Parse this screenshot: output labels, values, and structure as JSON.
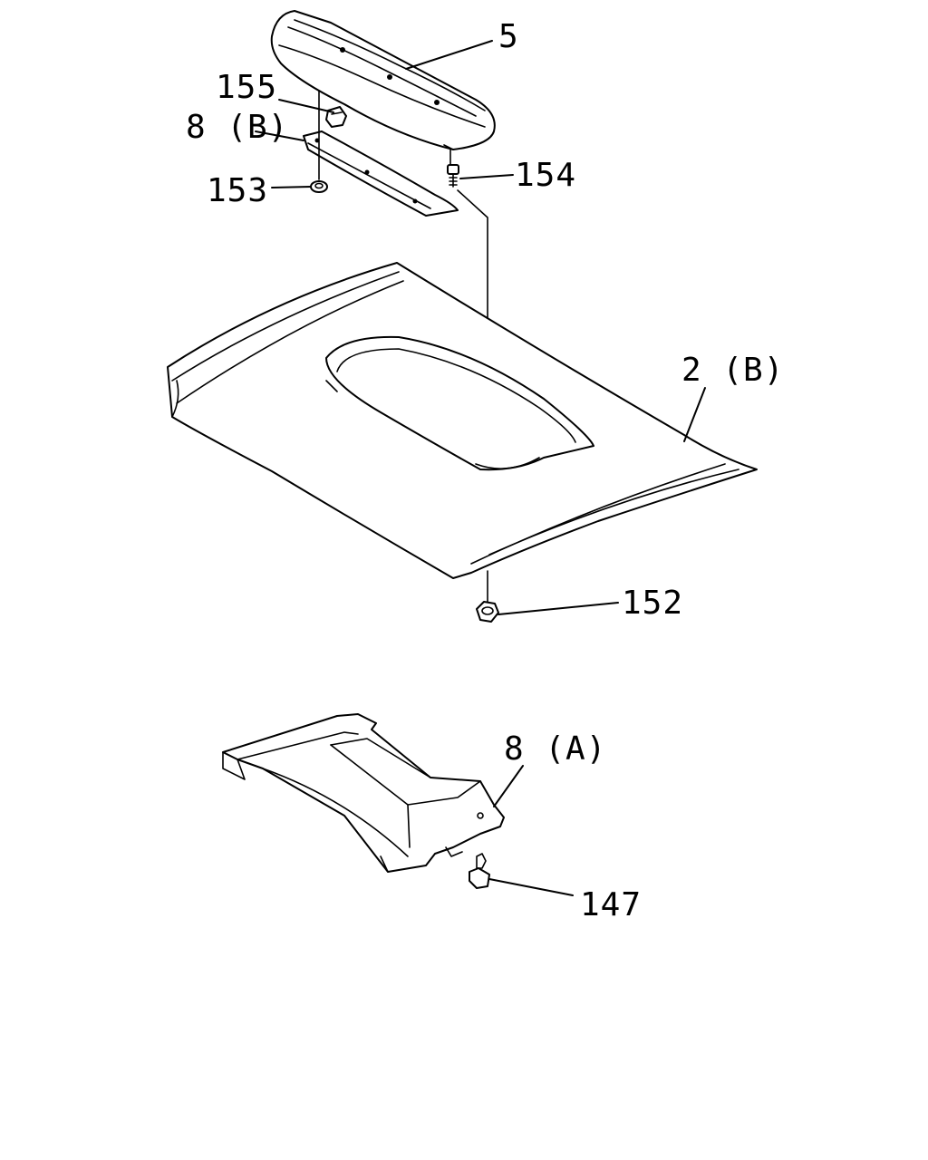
{
  "diagram": {
    "callouts": {
      "c5": "5",
      "c155": "155",
      "c8b": "8 (B)",
      "c153": "153",
      "c154": "154",
      "c2b": "2 (B)",
      "c152": "152",
      "c8a": "8 (A)",
      "c147": "147"
    },
    "colors": {
      "line": "#000000",
      "background": "#ffffff"
    }
  }
}
